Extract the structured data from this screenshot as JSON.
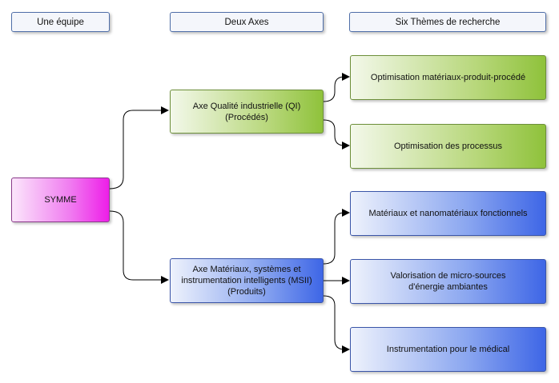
{
  "headers": {
    "col1": "Une équipe",
    "col2": "Deux Axes",
    "col3": "Six Thèmes de recherche"
  },
  "root": {
    "label": "SYMME"
  },
  "axes": [
    {
      "line1": "Axe Qualité industrielle (QI)",
      "line2": "(Procédés)",
      "line3": ""
    },
    {
      "line1": "Axe Matériaux, systèmes et",
      "line2": "instrumentation intelligents (MSII)",
      "line3": "(Produits)"
    }
  ],
  "themes": [
    {
      "line1": "Optimisation matériaux-produit-procédé",
      "line2": ""
    },
    {
      "line1": "Optimisation des processus",
      "line2": ""
    },
    {
      "line1": "Matériaux et nanomatériaux fonctionnels",
      "line2": ""
    },
    {
      "line1": "Valorisation de micro-sources",
      "line2": "d'énergie ambiantes"
    },
    {
      "line1": "Instrumentation pour le médical",
      "line2": ""
    }
  ],
  "colors": {
    "green": "#8fc23b",
    "blue": "#3e66e6",
    "pink": "#ee1ee8",
    "header": "#f4f6fb"
  }
}
